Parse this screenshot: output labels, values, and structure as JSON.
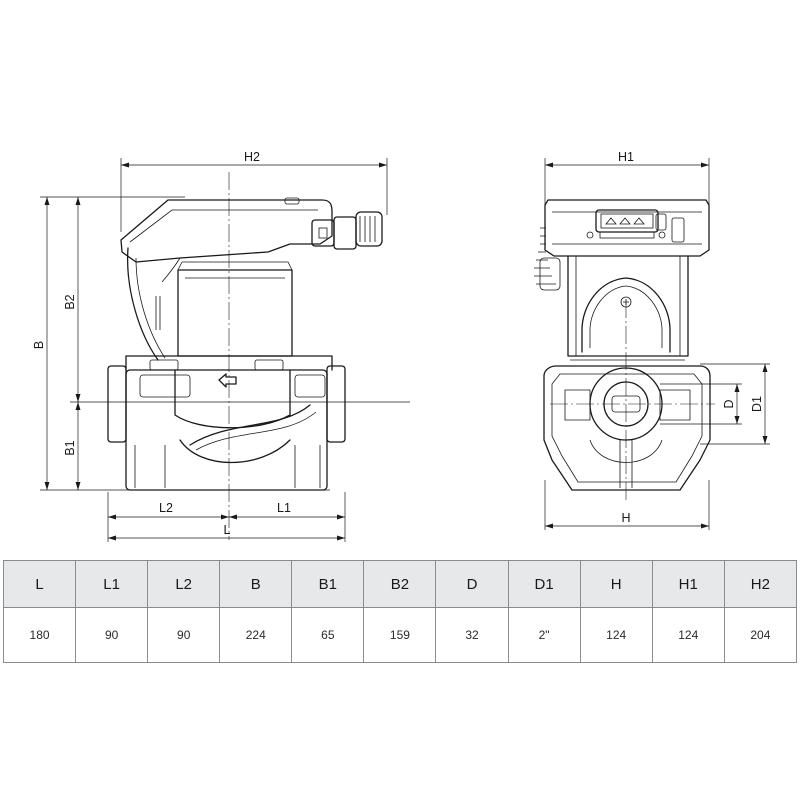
{
  "dimension_labels": {
    "H2": "H2",
    "B": "B",
    "B2": "B2",
    "B1": "B1",
    "L2": "L2",
    "L1": "L1",
    "L": "L",
    "H1": "H1",
    "D": "D",
    "D1": "D1",
    "H": "H"
  },
  "table": {
    "headers": [
      "L",
      "L1",
      "L2",
      "B",
      "B1",
      "B2",
      "D",
      "D1",
      "H",
      "H1",
      "H2"
    ],
    "values": [
      "180",
      "90",
      "90",
      "224",
      "65",
      "159",
      "32",
      "2\"",
      "124",
      "124",
      "204"
    ]
  }
}
